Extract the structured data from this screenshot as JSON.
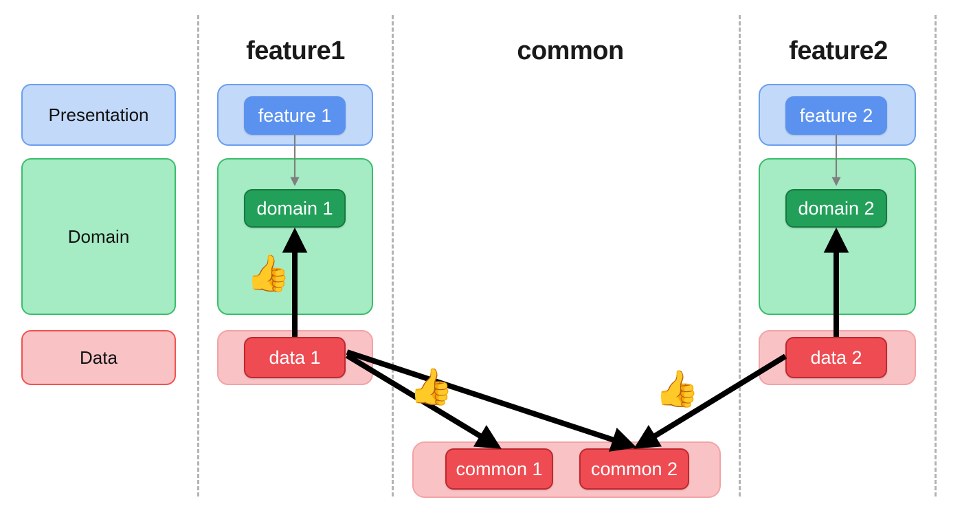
{
  "columns": [
    {
      "title": "feature1"
    },
    {
      "title": "common"
    },
    {
      "title": "feature2"
    }
  ],
  "legend": {
    "presentation": "Presentation",
    "domain": "Domain",
    "data": "Data"
  },
  "feature1": {
    "presentation_node": "feature 1",
    "domain_node": "domain 1",
    "data_node": "data 1"
  },
  "feature2": {
    "presentation_node": "feature 2",
    "domain_node": "domain 2",
    "data_node": "data 2"
  },
  "common": {
    "nodes": [
      "common 1",
      "common 2"
    ]
  },
  "markers": {
    "thumbs_up": "👍",
    "count": 3
  },
  "colors": {
    "presentation_fill": "#c2d9f9",
    "presentation_border": "#6b9ff0",
    "presentation_node": "#5b92ef",
    "domain_fill": "#a5ebc4",
    "domain_border": "#3bbd6b",
    "domain_node": "#22a05a",
    "data_fill": "#f9c3c6",
    "data_border": "#ef5350",
    "data_node": "#ef4b52",
    "divider": "#b3b3b3",
    "arrow_strong": "#000000",
    "arrow_light": "#7f7f7f",
    "background": "#ffffff"
  }
}
